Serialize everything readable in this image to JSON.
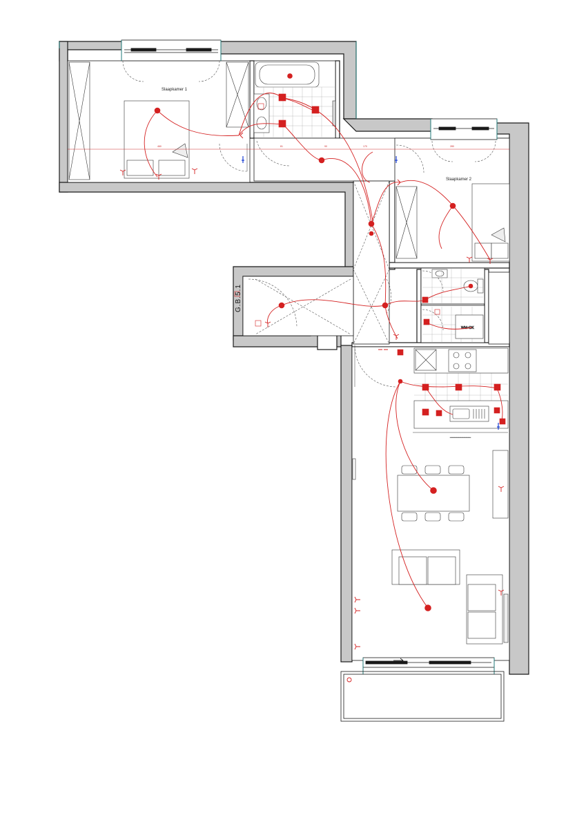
{
  "rooms": {
    "bedroom1": "Slaapkamer 1",
    "bedroom2": "Slaapkamer 2"
  },
  "unit_code": "G.B.5.1",
  "appliance_label": "WM+DK",
  "dimensions": {
    "bedroom1_width": "460",
    "bath_a": "81",
    "bath_b": "90",
    "hall": "170",
    "bedroom2_width": "280"
  },
  "kitchen_note": "——————————",
  "colors": {
    "wall_fill": "#c8c8c8",
    "wall_stroke": "#1a1a1a",
    "electric": "#d42020",
    "water_accent": "#1a3fd4",
    "window_accent": "#1f7a78",
    "tile_line": "#b0b0b0"
  },
  "legend_icons": [
    "ceiling-light-icon",
    "socket-icon",
    "switch-icon",
    "sink-icon",
    "toilet-icon",
    "bathtub-icon",
    "stove-icon",
    "bed-icon",
    "sofa-icon",
    "dining-table-icon"
  ]
}
